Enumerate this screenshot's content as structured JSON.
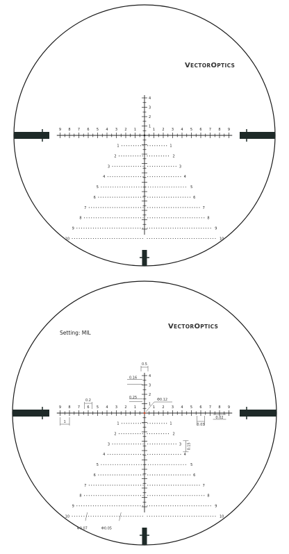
{
  "reticle_top": {
    "brand": {
      "big_v": "V",
      "rest_1": "ECTOR",
      "big_o": "O",
      "rest_2": "PTICS"
    },
    "horizontal_ticks": [
      "9",
      "8",
      "7",
      "6",
      "5",
      "4",
      "3",
      "2",
      "1",
      "1",
      "2",
      "3",
      "4",
      "5",
      "6",
      "7",
      "8",
      "9"
    ],
    "vertical_upper_ticks": [
      "4",
      "3",
      "2",
      "1"
    ],
    "hold_rows": [
      "1",
      "2",
      "3",
      "4",
      "5",
      "6",
      "7",
      "8",
      "9",
      "10"
    ]
  },
  "reticle_bottom": {
    "brand": {
      "big_v": "V",
      "rest_1": "ECTOR",
      "big_o": "O",
      "rest_2": "PTICS"
    },
    "setting_label": "Setting: MIL",
    "horizontal_ticks": [
      "9",
      "8",
      "7",
      "6",
      "5",
      "4",
      "3",
      "2",
      "1",
      "1",
      "2",
      "3",
      "4",
      "5",
      "6",
      "7",
      "8",
      "9"
    ],
    "vertical_upper_ticks": [
      "4",
      "3",
      "2",
      "1"
    ],
    "hold_rows": [
      "1",
      "2",
      "3",
      "4",
      "5",
      "6",
      "7",
      "8",
      "9",
      "10"
    ],
    "dimensions": {
      "d05": "0.5",
      "d016": "0.16",
      "d025": "0.25",
      "phi012": "Φ0.12",
      "d02": "0.2",
      "d1": "1",
      "d003": "0.03",
      "d002": "0.02",
      "d015": "0.15",
      "phi007": "Φ0.07",
      "phi005": "Φ0.05"
    }
  },
  "colors": {
    "ring": "#1a1a1a",
    "post": "#1e2a28",
    "line": "#222222",
    "center_dot": "#d04a2a"
  }
}
